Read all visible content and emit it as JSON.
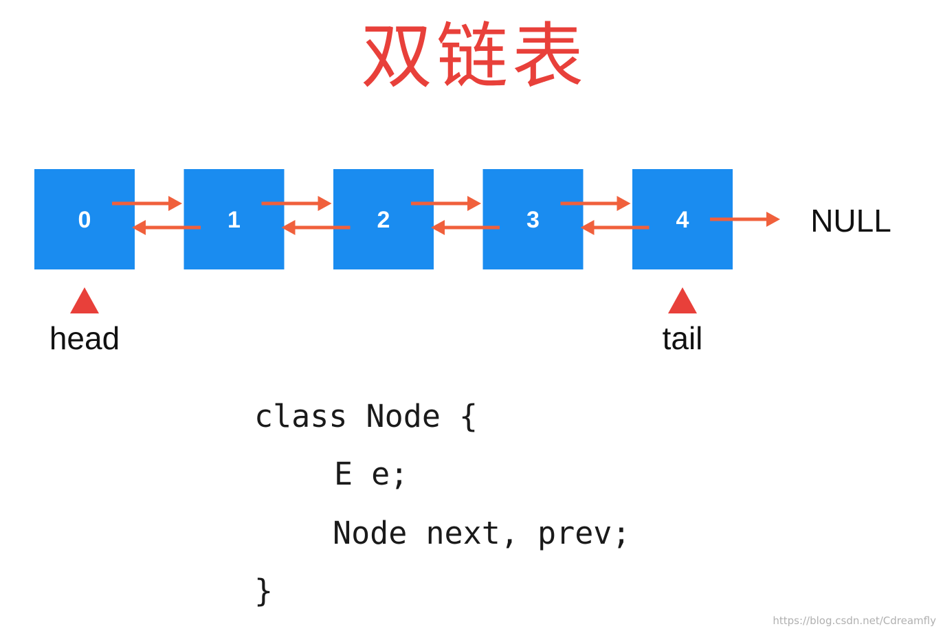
{
  "title": "双链表",
  "nodes": [
    "0",
    "1",
    "2",
    "3",
    "4"
  ],
  "null_label": "NULL",
  "pointers": {
    "head": {
      "label": "head",
      "node_index": 0
    },
    "tail": {
      "label": "tail",
      "node_index": 4
    }
  },
  "colors": {
    "title": "#e8403a",
    "node_fill": "#1a8cf0",
    "node_text": "#ffffff",
    "arrow": "#f0603c",
    "pointer_marker": "#e8403a"
  },
  "code": {
    "lines": [
      "class Node {",
      "E e;",
      "Node next, prev;",
      "}"
    ]
  },
  "watermark": "https://blog.csdn.net/Cdreamfly"
}
